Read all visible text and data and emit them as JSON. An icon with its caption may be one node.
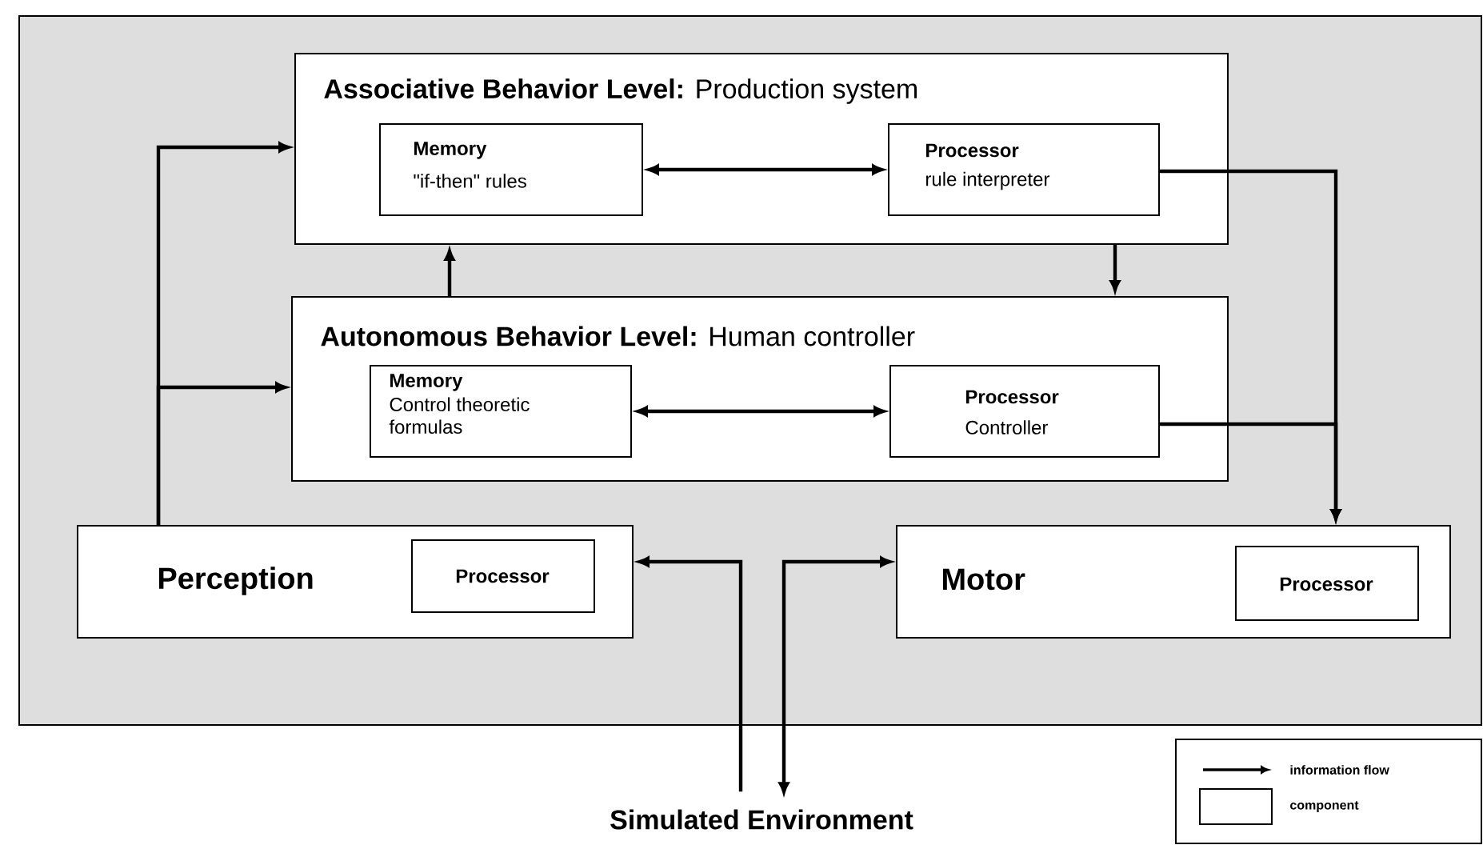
{
  "diagram": {
    "nodes": [
      {
        "text": [
          "**Associative Behavior Level:** Production system"
        ]
      },
      {
        "text": [
          "Memory",
          "\"if-then\" rules"
        ],
        "in": 0
      },
      {
        "text": [
          "Processor",
          "rule interpreter"
        ],
        "in": 0
      },
      {
        "text": [
          "**Autonomous Behavior Level:** Human controller"
        ]
      },
      {
        "text": [
          "Memory",
          "Control theoretic formulas"
        ],
        "in": 3
      },
      {
        "text": [
          "Processor",
          "Controller"
        ],
        "in": 3
      },
      {
        "text": [
          "Perception"
        ]
      },
      {
        "text": [
          "Processor"
        ],
        "in": 6
      },
      {
        "text": [
          "Motor"
        ]
      },
      {
        "text": [
          "Processor"
        ],
        "in": 8
      },
      {
        "text": [
          "Simulated Environment"
        ]
      }
    ],
    "edges": [
      {
        "from": 6,
        "to": 0,
        "arrow": "to"
      },
      {
        "from": 6,
        "to": 3,
        "arrow": "to"
      },
      {
        "from": 1,
        "to": 2,
        "arrow": "both"
      },
      {
        "from": 4,
        "to": 5,
        "arrow": "both"
      },
      {
        "from": 3,
        "to": 0,
        "arrow": "to"
      },
      {
        "from": 0,
        "to": 3,
        "arrow": "to"
      },
      {
        "from": 2,
        "to": 8,
        "arrow": "to"
      },
      {
        "from": 5,
        "to": 8,
        "arrow": "to"
      },
      {
        "from": 10,
        "to": 6,
        "arrow": "to"
      },
      {
        "from": 8,
        "to": 10,
        "arrow": "both"
      }
    ],
    "legend": [
      {
        "text": "information flow"
      },
      {
        "text": "component"
      }
    ]
  }
}
